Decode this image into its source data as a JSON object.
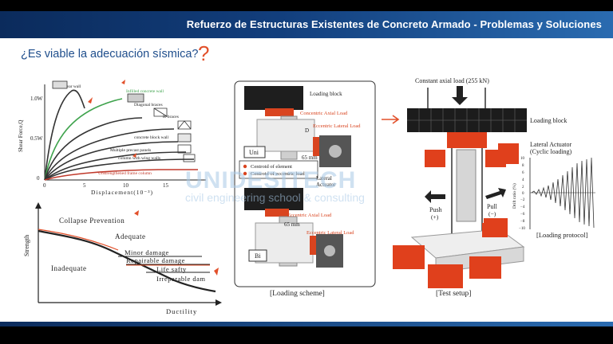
{
  "header": {
    "title": "Refuerzo de Estructuras Existentes de Concreto Armado - Problemas y Soluciones"
  },
  "question": {
    "text": "¿Es viable la adecuación sísmica?",
    "mark": "?"
  },
  "chart1": {
    "ylabel": "Shear Force,Q",
    "xlabel": "Displacement(10⁻³)",
    "yticks": [
      "1.0W",
      "0.5W",
      "0"
    ],
    "xticks": [
      "0",
      "5",
      "10",
      "15"
    ],
    "labels": {
      "shear_wall": "Shear wall",
      "infilled": "Infilled concrete wall",
      "diagonal": "Diagonal braces",
      "kbraces": "K-braces",
      "block": "concrete block wall",
      "precast": "Multiple precast panels",
      "wing": "column with wing walls",
      "unstrengthened": "Unstrengthened frame column"
    }
  },
  "chart2": {
    "ylabel": "Strength",
    "xlabel": "Ductility",
    "labels": {
      "collapse": "Collapse Prevention",
      "adequate": "Adequate",
      "inadequate": "Inadequate",
      "minor": "Minor damage",
      "repairable": "Repairable damage",
      "life": "Life safty",
      "irreparable": "Irreparable dam"
    }
  },
  "scheme": {
    "caption": "[Loading scheme]",
    "loading_block": "Loading block",
    "concentric": "Concentric Axial Load",
    "eccentric_lateral": "Eccentric Lateral Load",
    "eccentric_axial": "Eccentric Axial Load",
    "d": "D",
    "mm65": "65 mm",
    "mm65b": "65 mm",
    "uni": "Uni",
    "bi": "Bi",
    "legend1": "Centroid of element",
    "legend2": "Centroid of eccentric load",
    "lateral_actuator": "Lateral\nActuator"
  },
  "setup": {
    "caption": "[Test setup]",
    "axial": "Constant axial load (255 kN)",
    "loading_block": "Loading block",
    "actuator1": "Lateral Actuator",
    "actuator2": "(Cyclic loading)",
    "push": "Push",
    "push_sign": "(+)",
    "pull": "Pull",
    "pull_sign": "(−)",
    "protocol": "[Loading protocol]",
    "protocol_ylabel": "Drift ratio (%)",
    "protocol_ticks": [
      "10",
      "8",
      "6",
      "4",
      "2",
      "0",
      "−2",
      "−4",
      "−6",
      "−8",
      "−10"
    ]
  },
  "watermark": {
    "big": "UNIDESITECH",
    "small": "civil engineering school & consulting"
  },
  "colors": {
    "accent_red": "#e2502a",
    "header_dark": "#0b2b5c",
    "header_light": "#2a6bb0",
    "question_blue": "#1f4e8c"
  }
}
